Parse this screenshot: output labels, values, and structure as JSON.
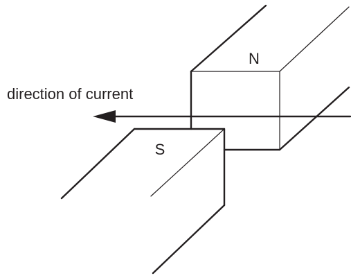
{
  "labels": {
    "north_pole": "N",
    "south_pole": "S",
    "current": "direction of current"
  }
}
